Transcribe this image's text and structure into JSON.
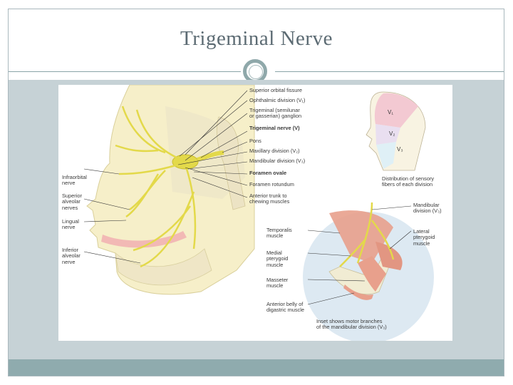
{
  "slide": {
    "title": "Trigeminal Nerve"
  },
  "figure": {
    "labels": {
      "superior_orbital_fissure": "Superior orbital fissure",
      "ophthalmic_division": "Ophthalmic division (V₁)",
      "trigeminal_ganglion": "Trigeminal (semilunar\nor gasserian) ganglion",
      "trigeminal_nerve": "Trigeminal nerve (V)",
      "pons": "Pons",
      "maxillary_division": "Maxillary division (V₂)",
      "mandibular_division": "Mandibular division (V₃)",
      "foramen_ovale": "Foramen ovale",
      "foramen_rotundum": "Foramen rotundum",
      "anterior_trunk": "Anterior trunk to\nchewing muscles",
      "infraorbital_nerve": "Infraorbital\nnerve",
      "superior_alveolar_nerves": "Superior\nalveolar\nnerves",
      "lingual_nerve": "Lingual\nnerve",
      "inferior_alveolar_nerve": "Inferior\nalveolar\nnerve",
      "distribution_caption": "Distribution of sensory\nfibers of each division",
      "mandibular_division_inset": "Mandibular\ndivision (V₃)",
      "temporalis_muscle": "Temporalis\nmuscle",
      "lateral_pterygoid": "Lateral\npterygoid\nmuscle",
      "medial_pterygoid": "Medial\npterygoid\nmuscle",
      "masseter_muscle": "Masseter\nmuscle",
      "anterior_belly_digastric": "Anterior belly of\ndigastric muscle",
      "inset_caption": "Inset shows motor branches\nof the mandibular division (V₃)",
      "v1": "V₁",
      "v2": "V₂",
      "v3": "V₃"
    },
    "colors": {
      "nerve": "#e3d94a",
      "skin": "#f6efc9",
      "bone": "#e9e3c8",
      "muscle": "#e8a08c",
      "v1_region": "#f3c9d2",
      "v2_region": "#e9dff0",
      "v3_region": "#dff0f6"
    }
  }
}
